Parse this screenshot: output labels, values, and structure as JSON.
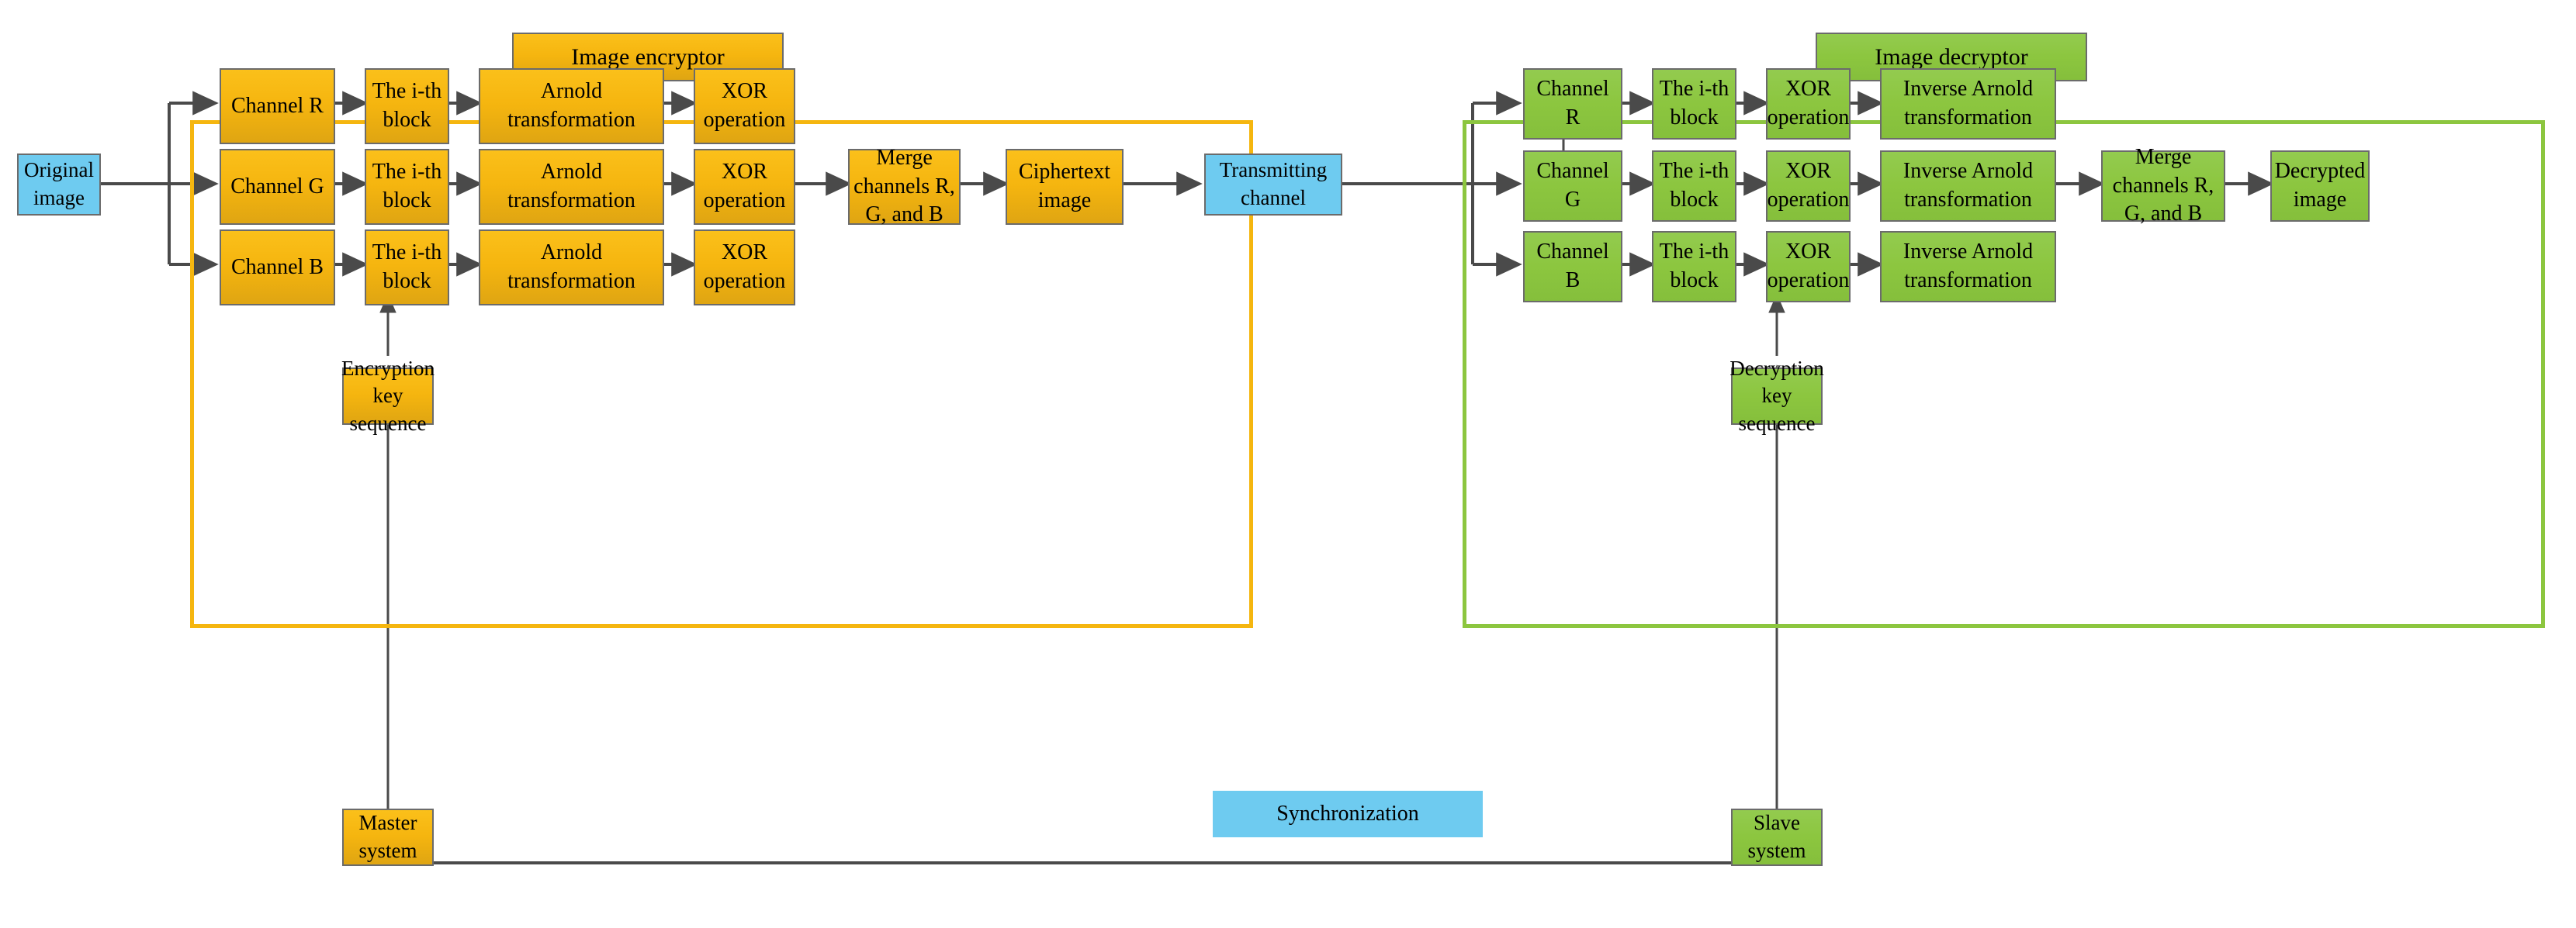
{
  "diagram": {
    "title_encryptor": "Image encryptor",
    "title_decryptor": "Image decryptor",
    "colors": {
      "encryptor": "#f5b60f",
      "decryptor": "#8cc63f",
      "io": "#6ecbf0",
      "wire": "#4a4a4a"
    }
  },
  "io": {
    "original_image": "Original image",
    "transmitting_channel": "Transmitting channel",
    "synchronization": "Synchronization"
  },
  "encryptor": {
    "rows": [
      {
        "channel": "Channel R",
        "block": "The i-th block",
        "transform": "Arnold transformation",
        "xor": "XOR operation"
      },
      {
        "channel": "Channel G",
        "block": "The i-th block",
        "transform": "Arnold transformation",
        "xor": "XOR operation"
      },
      {
        "channel": "Channel B",
        "block": "The i-th block",
        "transform": "Arnold transformation",
        "xor": "XOR operation"
      }
    ],
    "merge": "Merge channels R, G, and B",
    "output": "Ciphertext image",
    "key_sequence": "Encryption key sequence",
    "system": "Master system"
  },
  "decryptor": {
    "rows": [
      {
        "channel": "Channel R",
        "block": "The i-th block",
        "xor": "XOR operation",
        "transform": "Inverse Arnold transformation"
      },
      {
        "channel": "Channel G",
        "block": "The i-th block",
        "xor": "XOR operation",
        "transform": "Inverse Arnold transformation"
      },
      {
        "channel": "Channel B",
        "block": "The i-th block",
        "xor": "XOR operation",
        "transform": "Inverse Arnold transformation"
      }
    ],
    "merge": "Merge channels R, G, and B",
    "output": "Decrypted image",
    "key_sequence": "Decryption key sequence",
    "system": "Slave system"
  }
}
